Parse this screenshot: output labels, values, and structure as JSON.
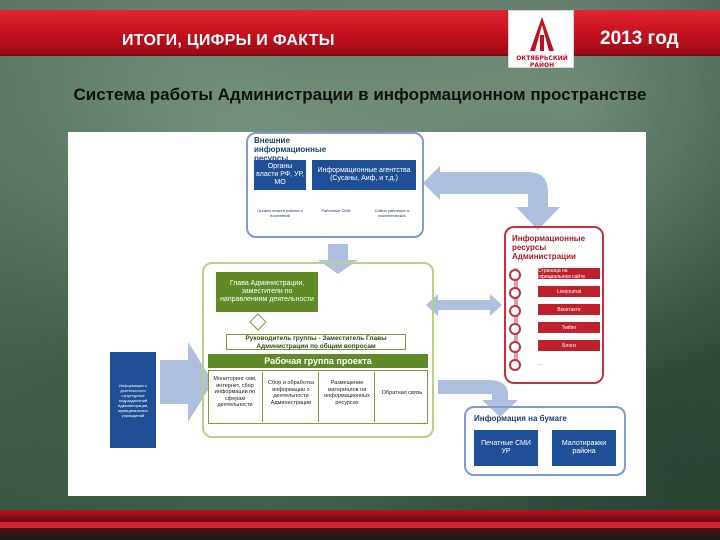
{
  "header": {
    "title": "ИТОГИ, ЦИФРЫ И ФАКТЫ",
    "year": "2013 год",
    "logo_text": "ОКТЯБРЬСКИЙ РАЙОН"
  },
  "slide_title": "Система работы Администрации в информационном пространстве",
  "diagram": {
    "external": {
      "title": "Внешние информационные ресурсы",
      "box1": "Органы власти РФ, УР, МО",
      "box2": "Информационные агентства (Сусаны, Аиф, и т.д.)",
      "sub1": "Органы власти района и поселений",
      "sub2": "Районные СМИ",
      "sub3": "Сайты районных и поселенческих"
    },
    "admin_resources": {
      "title": "Информационные ресурсы Администрации",
      "items": [
        "Страница на официальном сайте",
        "Livejournal",
        "Вконтакте",
        "Twitter",
        "Блоги",
        "..."
      ]
    },
    "head": {
      "label": "Глава Администрации, заместители по направлениям деятельности"
    },
    "managers": "Руководитель группы - Заместитель Главы Администрации по общим вопросам",
    "work_group": {
      "title": "Рабочая группа проекта",
      "cells": [
        "Мониторинг сми, интернет, сбор информации по сферам деятельности",
        "Сбор и обработка информации о деятельности Администрации",
        "Размещение материалов на информационных ресурсах",
        "Обратная связь"
      ]
    },
    "left_note": "Информация о деятельности структурных подразделений Администрации, муниципальных учреждений",
    "paper": {
      "title": "Информация на бумаге",
      "box1": "Печатные СМИ УР",
      "box2": "Малотиражки района"
    }
  }
}
